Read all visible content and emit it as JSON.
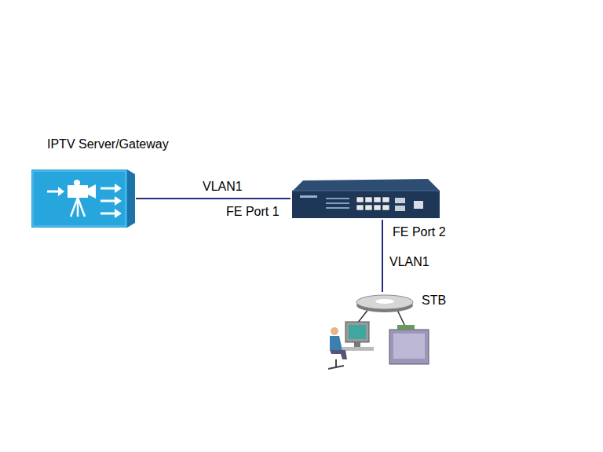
{
  "diagram": {
    "nodes": [
      {
        "text": [
          "IPTV Server/Gateway"
        ]
      },
      {
        "text": [
          "FE Port 1",
          "FE Port 2"
        ]
      },
      {
        "text": [
          "STB"
        ]
      }
    ],
    "edges": [
      {
        "from": 0,
        "to": 1,
        "arrow": "none",
        "label": "VLAN1"
      },
      {
        "from": 1,
        "to": 2,
        "arrow": "none",
        "label": "VLAN1"
      }
    ]
  }
}
